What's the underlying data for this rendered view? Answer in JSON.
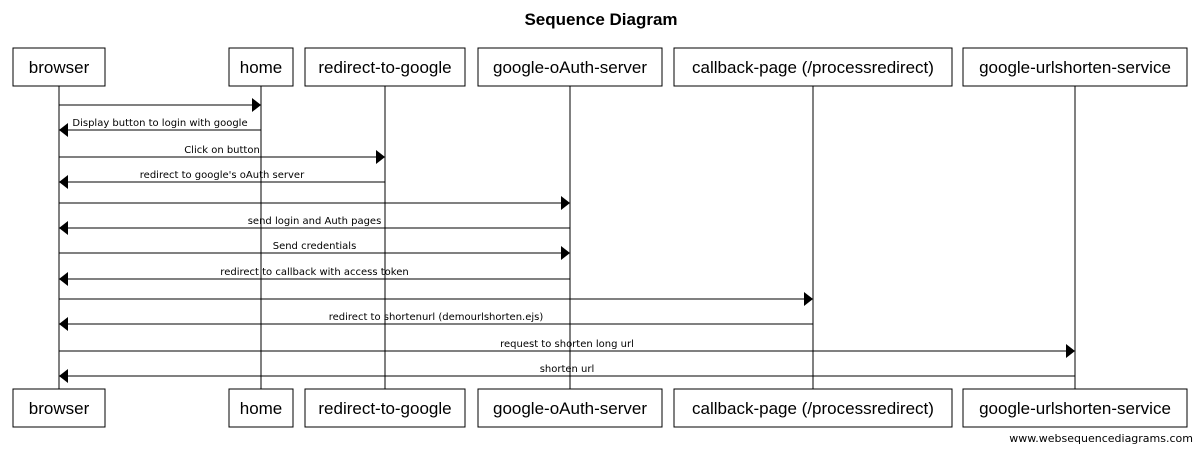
{
  "title": "Sequence Diagram",
  "participants": [
    {
      "id": "browser",
      "label": "browser"
    },
    {
      "id": "home",
      "label": "home"
    },
    {
      "id": "redirect",
      "label": "redirect-to-google"
    },
    {
      "id": "oauth",
      "label": "google-oAuth-server"
    },
    {
      "id": "callback",
      "label": "callback-page (/processredirect)"
    },
    {
      "id": "urlshorten",
      "label": "google-urlshorten-service"
    }
  ],
  "messages": [
    {
      "from": "browser",
      "to": "home",
      "label": ""
    },
    {
      "from": "home",
      "to": "browser",
      "label": "Display button to login with google"
    },
    {
      "from": "browser",
      "to": "redirect",
      "label": "Click on button"
    },
    {
      "from": "redirect",
      "to": "browser",
      "label": "redirect to google's oAuth server"
    },
    {
      "from": "browser",
      "to": "oauth",
      "label": ""
    },
    {
      "from": "oauth",
      "to": "browser",
      "label": "send login and Auth pages"
    },
    {
      "from": "browser",
      "to": "oauth",
      "label": "Send credentials"
    },
    {
      "from": "oauth",
      "to": "browser",
      "label": "redirect to callback with access token"
    },
    {
      "from": "browser",
      "to": "callback",
      "label": ""
    },
    {
      "from": "callback",
      "to": "browser",
      "label": "redirect to shortenurl (demourlshorten.ejs)"
    },
    {
      "from": "browser",
      "to": "urlshorten",
      "label": "request to shorten long url"
    },
    {
      "from": "urlshorten",
      "to": "browser",
      "label": "shorten url"
    }
  ],
  "footer": "www.websequencediagrams.com"
}
